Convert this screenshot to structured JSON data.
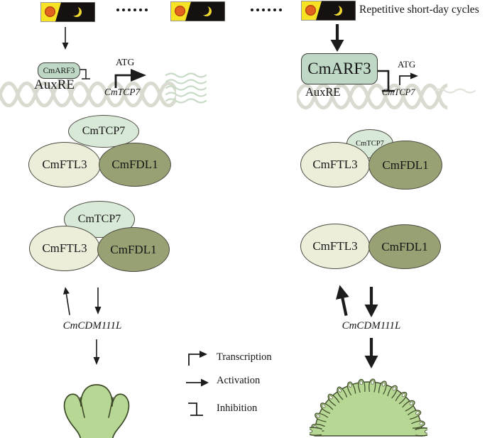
{
  "header": {
    "caption": "Repetitive short-day cycles"
  },
  "left": {
    "arf3_label": "CmARF3",
    "auxre_label": "AuxRE",
    "atg_label": "ATG",
    "tcp7_gene_label": "CmTCP7",
    "complex_top": {
      "tcp7": "CmTCP7",
      "ftl3": "CmFTL3",
      "fdl1": "CmFDL1"
    },
    "complex_bottom": {
      "tcp7": "CmTCP7",
      "ftl3": "CmFTL3",
      "fdl1": "CmFDL1"
    },
    "target_gene_label": "CmCDM111L"
  },
  "right": {
    "arf3_label": "CmARF3",
    "auxre_label": "AuxRE",
    "atg_label": "ATG",
    "tcp7_gene_label": "CmTCP7",
    "complex_top": {
      "tcp7": "CmTCP7",
      "ftl3": "CmFTL3",
      "fdl1": "CmFDL1"
    },
    "complex_bottom": {
      "ftl3": "CmFTL3",
      "fdl1": "CmFDL1"
    },
    "target_gene_label": "CmCDM111L"
  },
  "legend": {
    "transcription": "Transcription",
    "activation": "Activation",
    "inhibition": "Inhibition"
  },
  "colors": {
    "arf3_fill": "#bfd8c6",
    "tcp7_fill": "#d9e9d8",
    "ftl3_fill": "#edeeda",
    "fdl1_fill": "#97a173",
    "meristem_green": "#b6d894",
    "day_yellow": "#f6e324",
    "sun_orange": "#e2641e",
    "moon_yellow": "#f0d832",
    "night_black": "#141110",
    "dna_gray": "#d9dbd0",
    "mrna_green": "#c9dbc7"
  }
}
